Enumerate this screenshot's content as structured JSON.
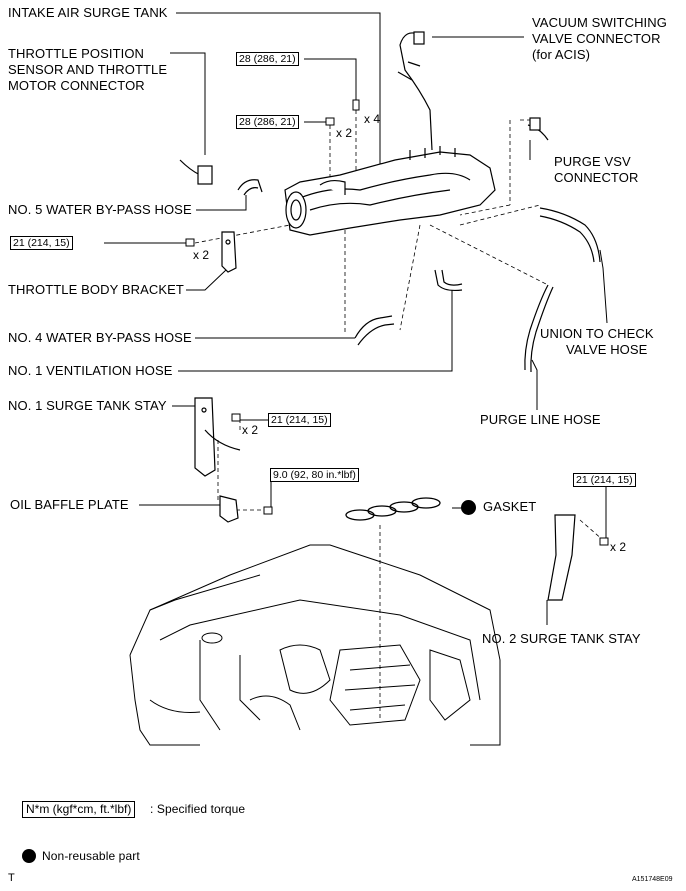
{
  "labels": {
    "intake_air_surge_tank": "INTAKE AIR SURGE TANK",
    "vsv_connector_1": "VACUUM SWITCHING",
    "vsv_connector_2": "VALVE CONNECTOR",
    "vsv_connector_3": "(for ACIS)",
    "tps_connector_1": "THROTTLE POSITION",
    "tps_connector_2": "SENSOR AND THROTTLE",
    "tps_connector_3": "MOTOR CONNECTOR",
    "purge_vsv_1": "PURGE VSV",
    "purge_vsv_2": "CONNECTOR",
    "no5_water_bypass": "NO. 5 WATER BY-PASS HOSE",
    "throttle_body_bracket": "THROTTLE BODY BRACKET",
    "no4_water_bypass": "NO. 4 WATER BY-PASS HOSE",
    "union_check_valve_1": "UNION TO CHECK",
    "union_check_valve_2": "VALVE HOSE",
    "no1_ventilation": "NO. 1 VENTILATION HOSE",
    "no1_surge_stay": "NO. 1 SURGE TANK STAY",
    "purge_line_hose": "PURGE LINE HOSE",
    "oil_baffle_plate": "OIL BAFFLE PLATE",
    "gasket": "GASKET",
    "no2_surge_stay": "NO. 2 SURGE TANK STAY"
  },
  "torques": {
    "t1": "28 (286, 21)",
    "t2": "28 (286, 21)",
    "t3": "21 (214, 15)",
    "t4": "21 (214, 15)",
    "t5": "9.0 (92, 80 in.*lbf)",
    "t6": "21 (214, 15)"
  },
  "quantities": {
    "q1": "x 4",
    "q2": "x 2",
    "q3": "x 2",
    "q4": "x 2",
    "q5": "x 2"
  },
  "legend": {
    "torque_unit": "N*m (kgf*cm, ft.*lbf)",
    "torque_desc": ": Specified torque",
    "non_reusable": "Non-reusable part"
  },
  "footer": {
    "corner_mark": "T",
    "figure_id": "A151748E09"
  }
}
